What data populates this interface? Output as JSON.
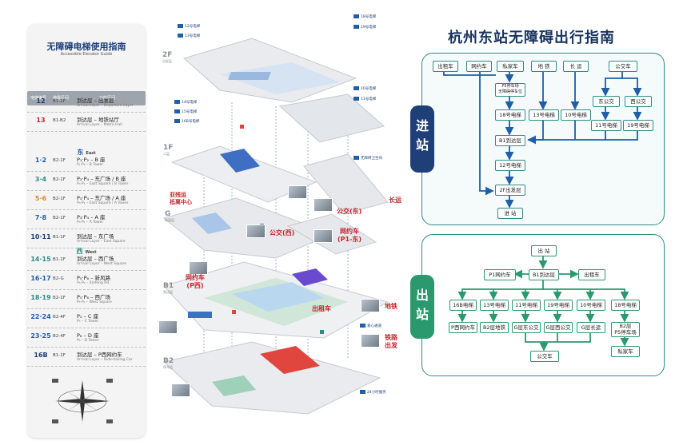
{
  "guide": {
    "title": "无障碍电梯使用指南",
    "subtitle": "Accessible Elevator Guide",
    "col_no": "电梯编号",
    "col_floor": "停靠区间",
    "col_func": "功能区间",
    "rows_top": [
      {
        "no": "12",
        "floor": "B1-2F",
        "cn": "到达层 – 出发层",
        "en": "Arrival Layer – Departure Layer",
        "color": "#1f3f78"
      },
      {
        "no": "13",
        "floor": "B1-B2",
        "cn": "到达层 – 地铁站厅",
        "en": "Arrival Layer – Metro Hall",
        "color": "#c4262e"
      }
    ],
    "east_cn": "东",
    "east_en": "East",
    "rows_east": [
      {
        "no": "1·2",
        "floor": "B2-1F",
        "cn": "P₁·P₂ – B 座",
        "en": "P₁·P₂ – B Tower",
        "color": "#1f5fa8"
      },
      {
        "no": "3·4",
        "floor": "B2-1F",
        "cn": "P₃·P₄ – 东广场 / B 座",
        "en": "P₃·P₄ – East Square / B Tower",
        "color": "#2b8d86"
      },
      {
        "no": "5·6",
        "floor": "B2-1F",
        "cn": "P₃·P₄ – 东广场 / A 座",
        "en": "P₃·P₄ – East Square / A Tower",
        "color": "#d98a1e"
      },
      {
        "no": "7·8",
        "floor": "B2-1F",
        "cn": "P₃·P₄ – A 座",
        "en": "P₃·P₄ – A Tower",
        "color": "#1f5fa8"
      },
      {
        "no": "10·11",
        "floor": "B1-1F",
        "cn": "到达层 – 东广场",
        "en": "Arrival Layer – East Square",
        "color": "#1f3f78"
      }
    ],
    "west_cn": "西",
    "west_en": "West",
    "rows_west": [
      {
        "no": "14·15",
        "floor": "B1-1F",
        "cn": "到达层 – 西广场",
        "en": "Arrival Layer – West Square",
        "color": "#2b8d86"
      },
      {
        "no": "16·17",
        "floor": "B2-G",
        "cn": "P₅·P₆ – 新风路",
        "en": "P₅·P₆ – Xinfeng Rd.",
        "color": "#1f5fa8"
      },
      {
        "no": "18·19",
        "floor": "B2-1F",
        "cn": "P₅·P₆ – 西广场",
        "en": "P₅·P₆ – West Square",
        "color": "#2b8d86"
      },
      {
        "no": "22·24",
        "floor": "B2-4F",
        "cn": "P₅ – C 座",
        "en": "P₅ – C Tower",
        "color": "#1f5fa8"
      },
      {
        "no": "23·25",
        "floor": "B2-4F",
        "cn": "P₆ – D 座",
        "en": "P₆ – D Tower",
        "color": "#1f5fa8"
      },
      {
        "no": "16B",
        "floor": "B1-1F",
        "cn": "到达层 – P西网约车",
        "en": "Arrival Layer – Ride-hailing Car",
        "color": "#1f3f78"
      }
    ]
  },
  "map": {
    "floors": [
      {
        "label": "2F",
        "sub": "出发层"
      },
      {
        "label": "1F",
        "sub": "二层"
      },
      {
        "label": "G",
        "sub": "地面层"
      },
      {
        "label": "B1",
        "sub": "到达层"
      },
      {
        "label": "B2",
        "sub": "停车层"
      }
    ],
    "callouts": {
      "asian": "亚残运\n抵离中心",
      "bus_east": "公交(东)",
      "long": "长运",
      "bus_west": "公交(西)",
      "ride_east": "网约车\n(P1-东)",
      "ride_west": "网约车\n(P西)",
      "taxi": "出租车",
      "metro": "地铁",
      "rail": "铁路\n出发"
    },
    "tags": [
      "12号电梯",
      "13号电梯",
      "18号电梯",
      "19号电梯",
      "10号电梯",
      "11号电梯",
      "14号电梯",
      "15号电梯",
      "16B号电梯",
      "无障碍卫生间",
      "爱心通道",
      "24小时服务"
    ]
  },
  "flow": {
    "title": "杭州东站无障碍出行指南",
    "in_label": [
      "进",
      "站"
    ],
    "out_label": [
      "出",
      "站"
    ],
    "in_nodes": {
      "taxi": "出租车",
      "ride": "网约车",
      "car": "私家车",
      "metro": "地 铁",
      "long": "长 运",
      "bus": "公交车",
      "p5": "P5停车场\n无障碍停车位",
      "e18": "18号电梯",
      "e13": "13号电梯",
      "e10": "10号电梯",
      "eastbus": "东公交",
      "westbus": "西公交",
      "e11": "11号电梯",
      "e19": "19号电梯",
      "b1": "B1到达层",
      "e12": "12号电梯",
      "f2": "2F出发层",
      "enter": "进 站"
    },
    "out_nodes": {
      "exit": "出 站",
      "p1": "P1网约车",
      "b1": "B1到达层",
      "taxi": "出租车",
      "e16b": "16B电梯",
      "e13": "13号电梯",
      "e11": "11号电梯",
      "e19": "19号电梯",
      "e10": "10号电梯",
      "e18": "18号电梯",
      "pwest": "P西网约车",
      "metro": "B2层地铁",
      "geast": "G层东公交",
      "gwest": "G层西公交",
      "glong": "G层长运",
      "p5": "B2层\nP5停车场",
      "bus": "公交车",
      "car": "私家车"
    },
    "colors": {
      "frame": "#2b8d86",
      "in": "#1f3f78",
      "out": "#2a9a6e",
      "line": "#1f5fa8"
    }
  }
}
